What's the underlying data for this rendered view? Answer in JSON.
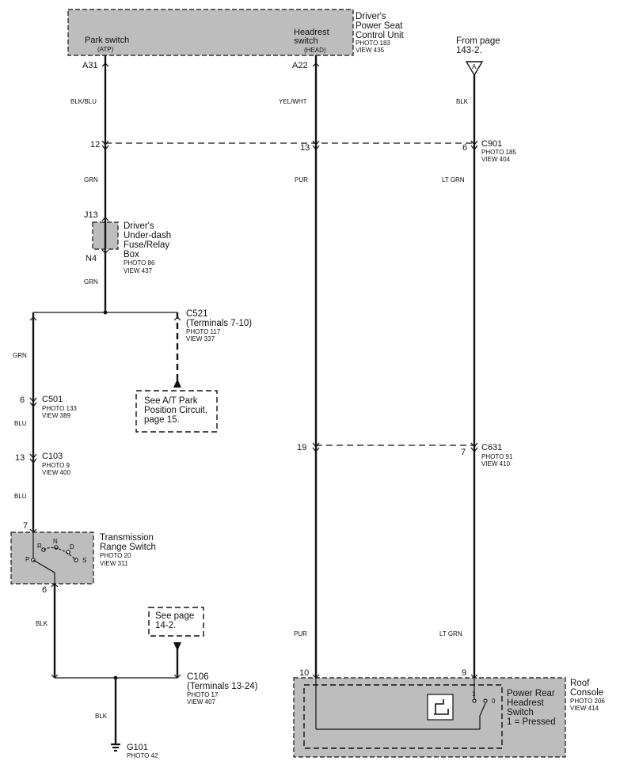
{
  "units": {
    "seat_unit": {
      "title_lines": [
        "Driver's",
        "Power Seat",
        "Control Unit"
      ],
      "photo": "PHOTO 183",
      "view": "VIEW 435"
    },
    "park_switch": {
      "label": "Park switch",
      "code": "(ATP)"
    },
    "headrest_switch": {
      "label_lines": [
        "Headrest",
        "switch"
      ],
      "code": "(HEAD)"
    },
    "fuse_box": {
      "title_lines": [
        "Driver's",
        "Under-dash",
        "Fuse/Relay",
        "Box"
      ],
      "photo": "PHOTO 86",
      "view": "VIEW 437"
    },
    "trans_switch": {
      "title_lines": [
        "Transmission",
        "Range Switch"
      ],
      "photo": "PHOTO 20",
      "view": "VIEW 311",
      "positions": [
        "R",
        "N",
        "D",
        "P",
        "S"
      ]
    },
    "roof_console": {
      "title_lines": [
        "Roof",
        "Console"
      ],
      "photo": "PHOTO 206",
      "view": "VIEW 414"
    },
    "rear_headrest_switch": {
      "title_lines": [
        "Power Rear",
        "Headrest",
        "Switch",
        "1 = Pressed"
      ],
      "pos_1": "1",
      "pos_0": "0"
    }
  },
  "pins": {
    "a31": "A31",
    "a22": "A22",
    "j13": "J13",
    "n4": "N4"
  },
  "offpage": {
    "from_lines": [
      "From page",
      "143-2."
    ],
    "letter": "A"
  },
  "wires": {
    "blk_blu": "BLK/BLU",
    "yel_wht": "YEL/WHT",
    "blk_top": "BLK",
    "grn1": "GRN",
    "pur1": "PUR",
    "lt_grn1": "LT GRN",
    "grn2": "GRN",
    "grn3": "GRN",
    "blu1": "BLU",
    "blu2": "BLU",
    "blk_left": "BLK",
    "pur2": "PUR",
    "lt_grn2": "LT GRN",
    "blk_ground": "BLK"
  },
  "connectors": {
    "c901": {
      "name": "C901",
      "photo": "PHOTO 185",
      "view": "VIEW 404",
      "pin_left": "12",
      "pin_mid": "13",
      "pin_right": "6"
    },
    "c521": {
      "name": "C521",
      "terminals": "(Terminals 7-10)",
      "photo": "PHOTO 117",
      "view": "VIEW 337"
    },
    "c501": {
      "name": "C501",
      "photo": "PHOTO 133",
      "view": "VIEW 389",
      "pin": "6"
    },
    "c103": {
      "name": "C103",
      "photo": "PHOTO 9",
      "view": "VIEW 400",
      "pin": "13"
    },
    "c631": {
      "name": "C631",
      "photo": "PHOTO 91",
      "view": "VIEW 410",
      "pin_left": "19",
      "pin_right": "7"
    },
    "c106": {
      "name": "C106",
      "terminals": "(Terminals 13-24)",
      "photo": "PHOTO 17",
      "view": "VIEW 407"
    }
  },
  "trans_pins": {
    "top": "7",
    "bottom": "6"
  },
  "console_pins": {
    "left": "10",
    "right": "9"
  },
  "ground": {
    "name": "G101",
    "photo": "PHOTO 42"
  },
  "notes": {
    "park_position": [
      "See A/T Park",
      "Position Circuit,",
      "page 15."
    ],
    "page_14": [
      "See page",
      "14-2."
    ]
  }
}
